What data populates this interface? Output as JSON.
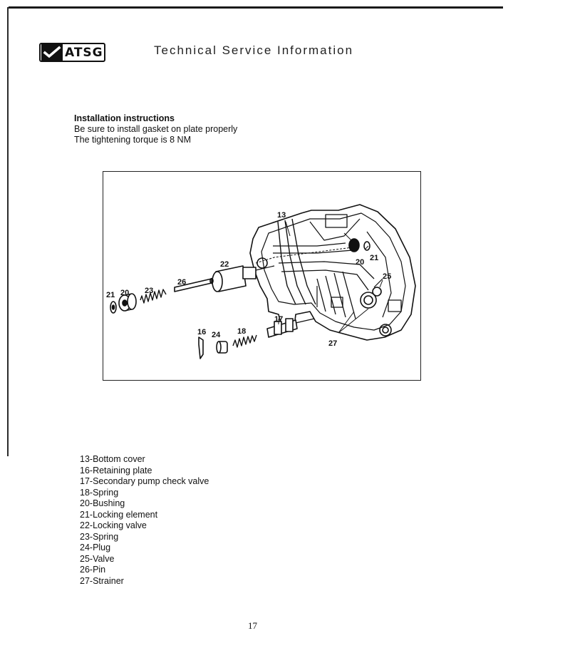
{
  "header": {
    "logo_text": "ATSG",
    "title": "Technical Service Information"
  },
  "instructions": {
    "heading": "Installation instructions",
    "lines": [
      "Be sure to install gasket on plate properly",
      "The tightening torque is 8 NM"
    ]
  },
  "figure": {
    "callouts": [
      "13",
      "22",
      "26",
      "21",
      "20",
      "23",
      "17",
      "16",
      "24",
      "18",
      "20",
      "21",
      "25",
      "27"
    ]
  },
  "legend": [
    "13-Bottom cover",
    "16-Retaining plate",
    "17-Secondary pump check valve",
    "18-Spring",
    "20-Bushing",
    "21-Locking element",
    "22-Locking valve",
    "23-Spring",
    "24-Plug",
    "25-Valve",
    "26-Pin",
    "27-Strainer"
  ],
  "page_number": "17"
}
